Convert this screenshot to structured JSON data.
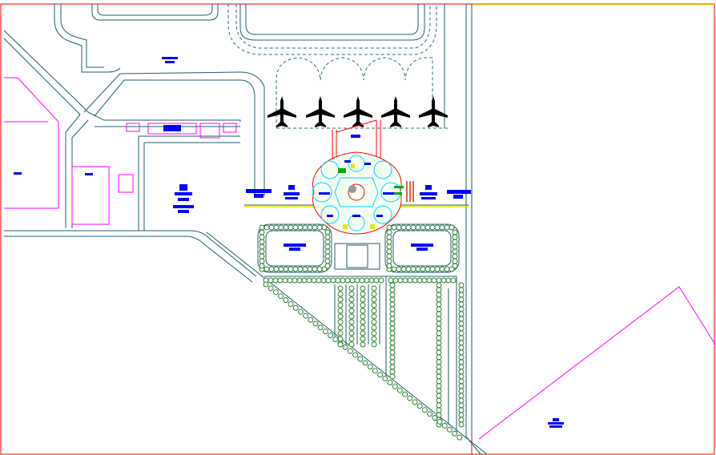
{
  "colors": {
    "background": "#ffffff",
    "frame": "#ff0000",
    "road": "#1f5f6a",
    "taxi": "#2f6f7a",
    "boundary": "#ff00ff",
    "label": "#0000ff",
    "tree": "#2e7d32",
    "yellow": "#e6e600",
    "cyan": "#00d5ff",
    "aircraft": "#000000",
    "orange": "#ffa500"
  },
  "drawing": {
    "aircraft_count": 5,
    "stands": 5,
    "terminal_pods": 8,
    "parking_lots": 2
  },
  "icons": [
    "aircraft-icon",
    "tree-icon",
    "label-block-icon"
  ]
}
